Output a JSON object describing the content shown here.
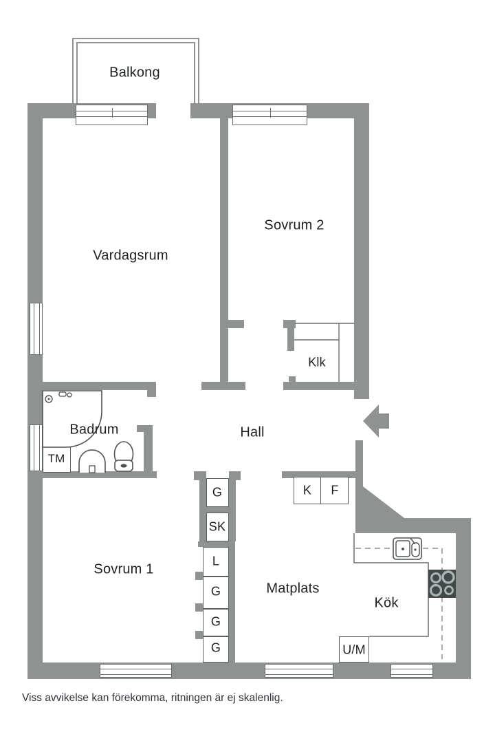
{
  "colors": {
    "wall": "#8e9392",
    "line": "#5a5f5f",
    "text": "#1d2124",
    "stove": "#434848"
  },
  "rooms": {
    "balkong": {
      "label": "Balkong"
    },
    "vardagsrum": {
      "label": "Vardagsrum"
    },
    "sovrum2": {
      "label": "Sovrum 2"
    },
    "klk": {
      "label": "Klk"
    },
    "badrum": {
      "label": "Badrum"
    },
    "hall": {
      "label": "Hall"
    },
    "sovrum1": {
      "label": "Sovrum 1"
    },
    "matplats": {
      "label": "Matplats"
    },
    "kok": {
      "label": "Kök"
    }
  },
  "fixtures": {
    "tm": {
      "label": "TM"
    },
    "k": {
      "label": "K"
    },
    "f": {
      "label": "F"
    },
    "um": {
      "label": "U/M"
    }
  },
  "closets": {
    "top": [
      {
        "label": "G"
      },
      {
        "label": "SK"
      }
    ],
    "column": [
      {
        "label": "L"
      },
      {
        "label": "G"
      },
      {
        "label": "G"
      },
      {
        "label": "G"
      }
    ]
  },
  "footer": {
    "disclaimer": "Viss avvikelse kan förekomma, ritningen är ej skalenlig."
  }
}
